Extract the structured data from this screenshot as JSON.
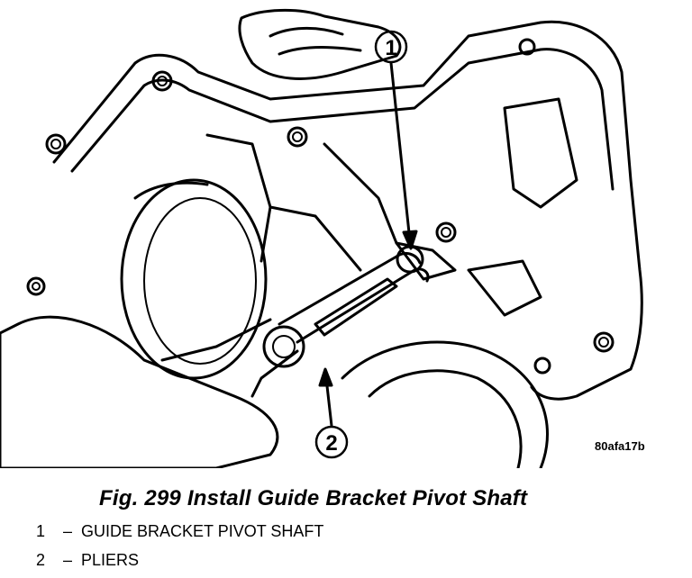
{
  "figure": {
    "ref_code": "80afa17b",
    "callouts": [
      {
        "number": "1"
      },
      {
        "number": "2"
      }
    ]
  },
  "caption": "Fig. 299 Install Guide Bracket Pivot Shaft",
  "legend": [
    {
      "number": "1",
      "dash": "–",
      "label": "GUIDE BRACKET PIVOT SHAFT"
    },
    {
      "number": "2",
      "dash": "–",
      "label": "PLIERS"
    }
  ]
}
